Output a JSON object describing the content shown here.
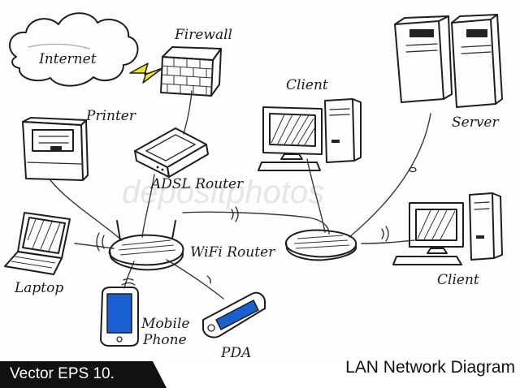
{
  "diagram": {
    "title": "LAN Network Diagram",
    "badge": "Vector EPS 10.",
    "watermark": "depositphotos",
    "nodes": {
      "internet": {
        "label": "Internet",
        "icon": "cloud-icon"
      },
      "firewall": {
        "label": "Firewall",
        "icon": "firewall-icon"
      },
      "printer": {
        "label": "Printer",
        "icon": "printer-icon"
      },
      "client_top": {
        "label": "Client",
        "icon": "desktop-computer-icon"
      },
      "server": {
        "label": "Server",
        "icon": "server-tower-icon"
      },
      "adsl_router": {
        "label": "ADSL Router",
        "icon": "router-icon"
      },
      "wifi_router": {
        "label": "WiFi Router",
        "icon": "wifi-router-icon"
      },
      "switch_right": {
        "icon": "wifi-router-icon"
      },
      "laptop": {
        "label": "Laptop",
        "icon": "laptop-icon"
      },
      "client_right": {
        "label": "Client",
        "icon": "desktop-computer-icon"
      },
      "mobile": {
        "label_line1": "Mobile",
        "label_line2": "Phone",
        "icon": "mobile-phone-icon"
      },
      "pda": {
        "label": "PDA",
        "icon": "pda-icon"
      }
    },
    "colors": {
      "screen_blue": "#1a5fd0",
      "bolt_yellow": "#f2e61a"
    }
  }
}
